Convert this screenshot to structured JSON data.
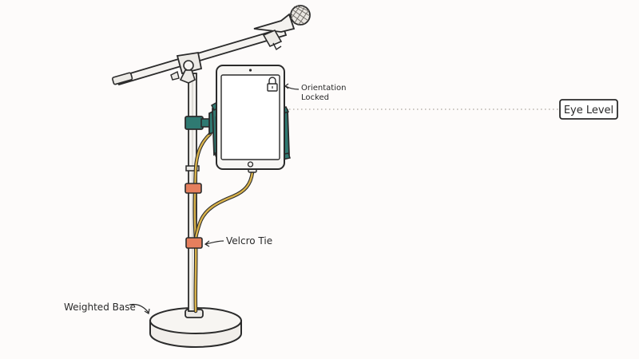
{
  "labels": {
    "orientation_line1": "Orientation",
    "orientation_line2": "Locked",
    "eye_level": "Eye Level",
    "velcro_tie": "Velcro Tie",
    "weighted_base": "Weighted Base"
  },
  "colors": {
    "outline": "#2b2b2b",
    "clamp_teal": "#2f7a72",
    "velcro_orange": "#e57f5e",
    "cable_gold": "#d9b24a",
    "stand_fill": "#f4f2ef",
    "guide_dots": "#b9b4ad"
  }
}
